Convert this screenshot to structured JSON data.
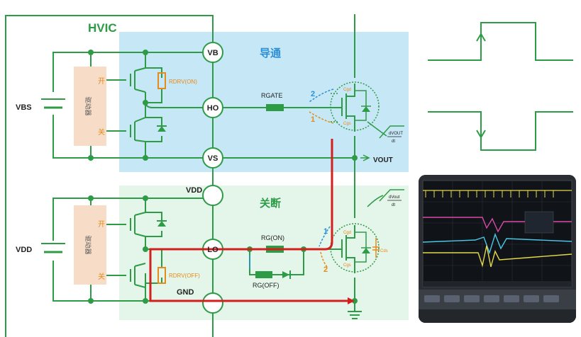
{
  "chip": {
    "title": "HVIC"
  },
  "pins": {
    "vb": "VB",
    "ho": "HO",
    "vs": "VS",
    "vdd": "VDD",
    "lo": "LO",
    "gnd": "GND"
  },
  "sources": {
    "vbs": "VBS",
    "vdd": "VDD"
  },
  "driver": {
    "label": "驱动器",
    "on": "开",
    "off": "关"
  },
  "resistors": {
    "rdrv_on": "RDRV(ON)",
    "rdrv_off": "RDRV(OFF)",
    "rgate": "RGATE",
    "rg_on": "RG(ON)",
    "rg_off": "RG(OFF)"
  },
  "sections": {
    "turn_on": "导通",
    "turn_off": "关断"
  },
  "capacitors": {
    "cgd": "Cgd",
    "cgs": "Cgs",
    "cds": "Cds"
  },
  "output": {
    "vout": "VOUT",
    "dvdt_num": "dVOUT",
    "dvdt_den": "dt",
    "dvdt_num_low": "dVout",
    "dvdt_den_low": "dt"
  },
  "markers": {
    "one_top": "1",
    "two_top": "2",
    "one_bot": "1",
    "two_bot": "2"
  },
  "colors": {
    "green": "#2e9b47",
    "on_bg": "#c6e8f6",
    "off_bg": "#e4f5ea",
    "driver_bg": "#f7ddc8",
    "orange": "#e58a1c",
    "red": "#d3201f",
    "blue": "#2b8fd6"
  }
}
